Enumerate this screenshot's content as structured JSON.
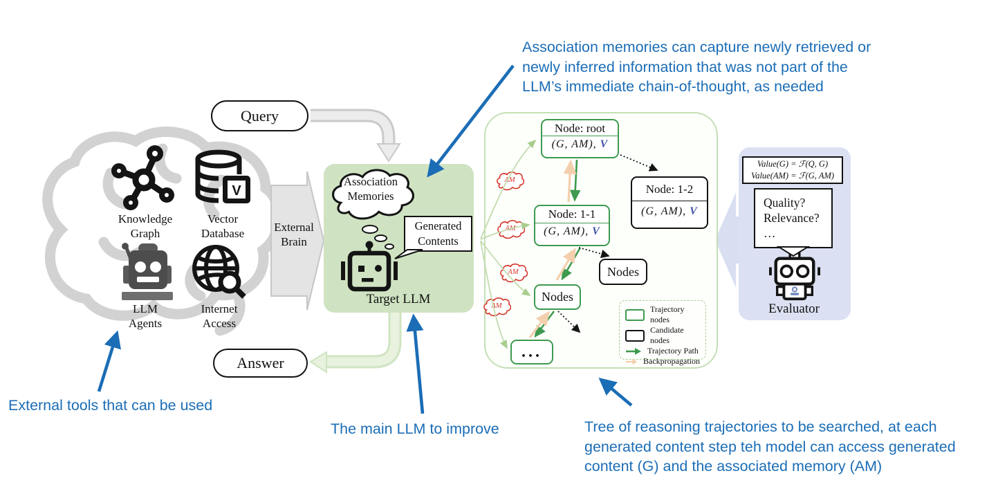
{
  "colors": {
    "annotation_blue": "#1b6db6",
    "trajectory_green": "#3d9a4e",
    "backprop_peach": "#f4cfae",
    "am_red": "#d43327",
    "value_blue": "#4254a8",
    "llm_box_green": "#cfe3c2",
    "evaluator_lavender": "#dbe1f2"
  },
  "annotations": {
    "association_memories": "Association memories can capture newly retrieved or\nnewly inferred information that was not part of the\nLLM’s immediate chain-of-thought, as needed",
    "external_tools": "External tools that can be used",
    "main_llm": "The main LLM to improve",
    "tree": "Tree of reasoning trajectories to be searched, at each\ngenerated content step teh model can access generated\ncontent (G) and the associated memory (AM)"
  },
  "external_brain": {
    "label": "External\nBrain",
    "tools": [
      {
        "name": "knowledge-graph",
        "label": "Knowledge\nGraph"
      },
      {
        "name": "vector-database",
        "label": "Vector\nDatabase"
      },
      {
        "name": "llm-agents",
        "label": "LLM\nAgents"
      },
      {
        "name": "internet-access",
        "label": "Internet\nAccess"
      }
    ],
    "vector_badge": "V"
  },
  "io": {
    "query": "Query",
    "answer": "Answer"
  },
  "target_llm": {
    "thought": "Association\nMemories",
    "speech": "Generated\nContents",
    "label": "Target LLM"
  },
  "tree": {
    "node_root": {
      "title": "Node: root",
      "pair": "(G, AM),",
      "value": "V"
    },
    "node_1_2": {
      "title": "Node: 1-2",
      "pair": "(G, AM),",
      "value": "V"
    },
    "node_1_1": {
      "title": "Node: 1-1",
      "pair": "(G, AM),",
      "value": "V"
    },
    "candidate_nodes_label": "Nodes",
    "trajectory_nodes_label": "Nodes",
    "ellipsis": "...",
    "am_badge": "AM",
    "legend": [
      {
        "label": "Trajectory nodes"
      },
      {
        "label": "Candidate nodes"
      },
      {
        "label": "Trajectory Path"
      },
      {
        "label": "Backpropagation"
      }
    ]
  },
  "evaluator": {
    "formulas": [
      "Value(G) = ℱ(Q, G)",
      "Value(AM) = ℱ(G, AM)"
    ],
    "question_1": "Quality?",
    "question_2": "Relevance?",
    "question_3": "…",
    "label": "Evaluator"
  }
}
